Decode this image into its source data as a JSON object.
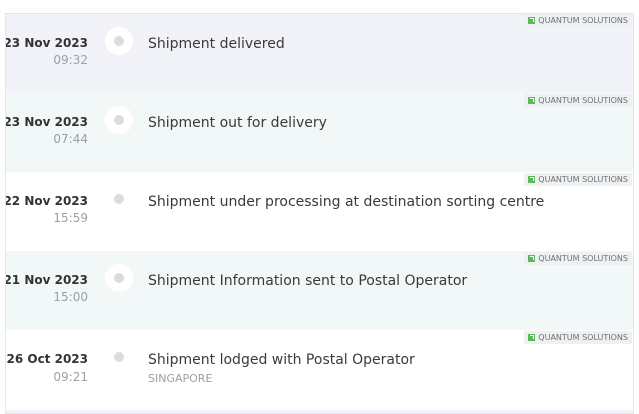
{
  "events": [
    {
      "date": "23 Nov 2023",
      "time": "09:32",
      "title": "Shipment delivered",
      "location": "",
      "source": "QUANTUM SOLUTIONS"
    },
    {
      "date": "23 Nov 2023",
      "time": "07:44",
      "title": "Shipment out for delivery",
      "location": "",
      "source": "QUANTUM SOLUTIONS"
    },
    {
      "date": "22 Nov 2023",
      "time": "15:59",
      "title": "Shipment under processing at destination sorting centre",
      "location": "",
      "source": "QUANTUM SOLUTIONS"
    },
    {
      "date": "21 Nov 2023",
      "time": "15:00",
      "title": "Shipment Information sent to Postal Operator",
      "location": "",
      "source": "QUANTUM SOLUTIONS"
    },
    {
      "date": "26 Oct 2023",
      "time": "09:21",
      "title": "Shipment lodged with Postal Operator",
      "location": "SINGAPORE",
      "source": "QUANTUM SOLUTIONS"
    }
  ],
  "colors": {
    "row_bg_1": "#f1f3f8",
    "row_bg_2": "#f2f7f7",
    "row_bg_3": "#ffffff",
    "badge_icon": "#5cb85c"
  }
}
